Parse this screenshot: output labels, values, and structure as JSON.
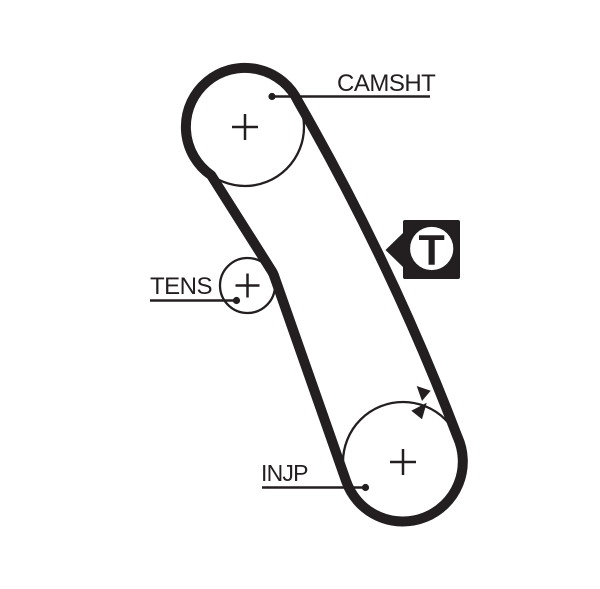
{
  "diagram": {
    "type": "timing-belt-routing-diagram",
    "background_color": "#ffffff",
    "line_color": "#231f20",
    "pulleys": [
      {
        "id": "camshaft",
        "label": "CAMSHT"
      },
      {
        "id": "tensioner",
        "label": "TENS"
      },
      {
        "id": "injection-pump",
        "label": "INJP"
      }
    ],
    "tension_marker": {
      "label": "T"
    }
  }
}
